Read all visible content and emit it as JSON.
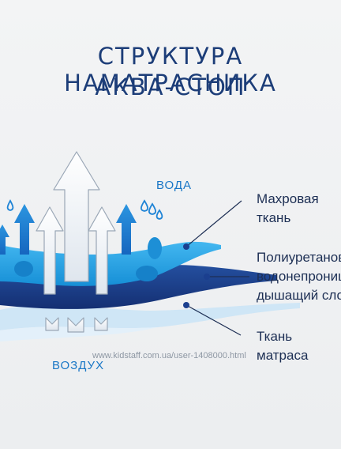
{
  "title": {
    "line1": "СТРУКТУРА НАМАТРАСНИКА",
    "line2": "АКВА-СТОП"
  },
  "captions": {
    "water": "ВОДА",
    "air": "ВОЗДУХ"
  },
  "callouts": [
    {
      "lines": [
        "Махровая",
        "ткань"
      ]
    },
    {
      "lines": [
        "Полиуретановая",
        "водонепроницаемая",
        "дышащий слой"
      ]
    },
    {
      "lines": [
        "Ткань",
        "матраса"
      ]
    }
  ],
  "watermark": "www.kidstaff.com.ua/user-1408000.html",
  "colors": {
    "title": "#1c3d78",
    "terry_layer": "#1da1e6",
    "membrane_layer": "#1b3f8f",
    "mattress_layer": "#cfe6f6",
    "water_arrow": "#1f84d6",
    "air_arrow": "#ffffff"
  }
}
